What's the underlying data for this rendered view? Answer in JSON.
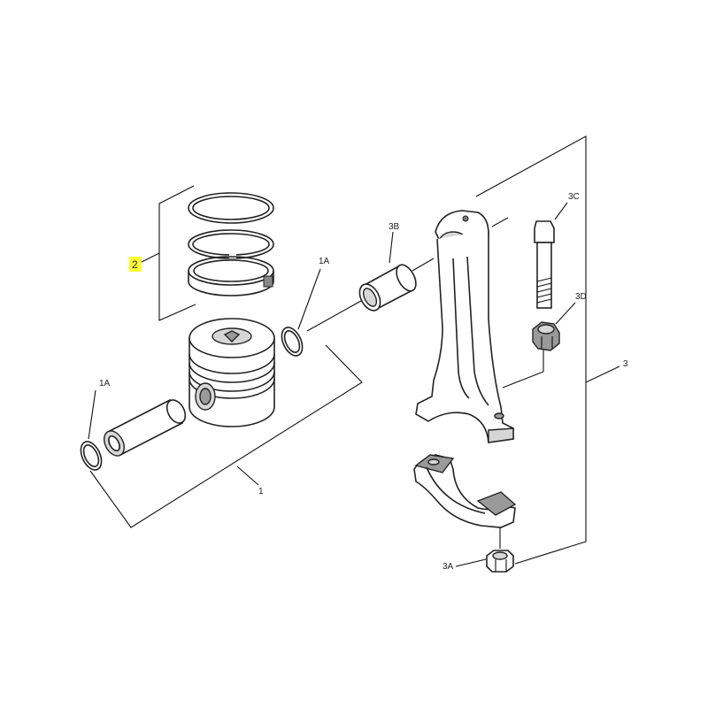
{
  "labels": {
    "piston_assembly": "1",
    "snap_ring_left": "1A",
    "snap_ring_right": "1A",
    "piston_rings": "2",
    "connecting_rod": "3",
    "nut": "3A",
    "bushing": "3B",
    "bolt": "3C",
    "bolt_nut": "3D"
  },
  "colors": {
    "highlight": "#ffff33",
    "line": "#222222",
    "shade": "#9a9a9a"
  }
}
